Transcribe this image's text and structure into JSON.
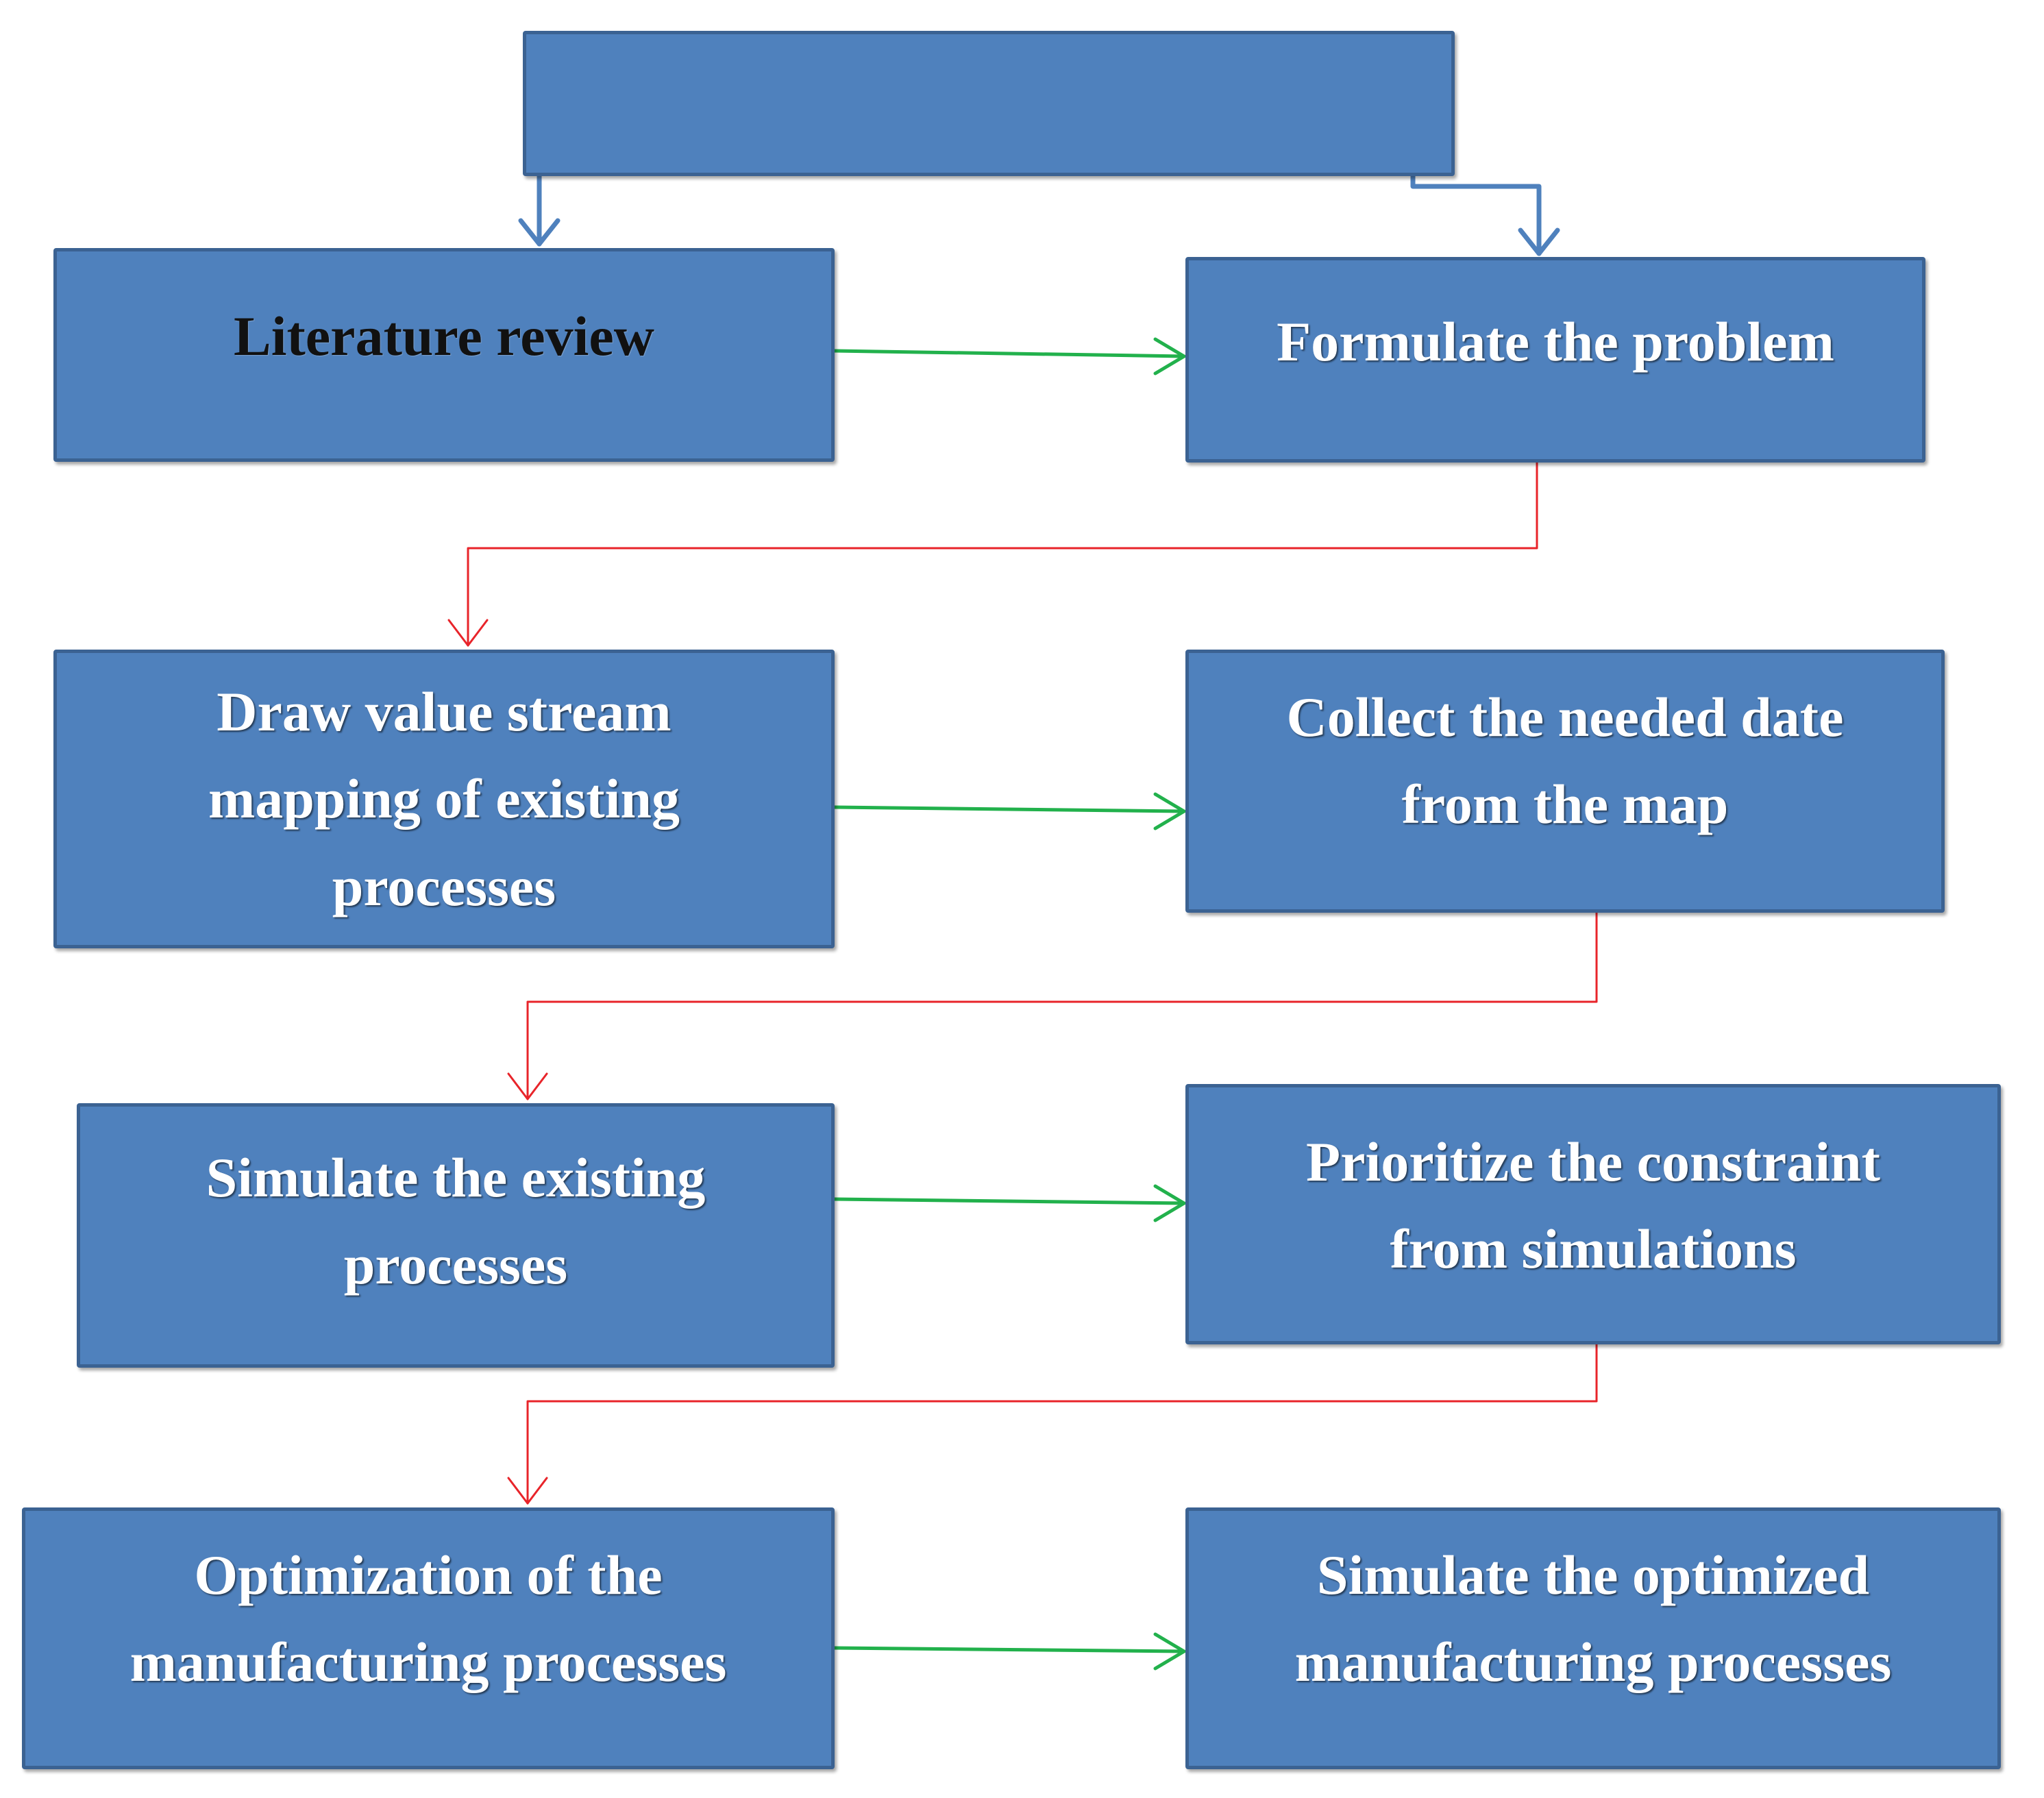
{
  "boxes": {
    "top": "",
    "literature_review": "Literature review",
    "formulate_problem": "Formulate the problem",
    "draw_vsm": "Draw value stream\nmapping    of existing\nprocesses",
    "collect_data": "Collect the needed date\nfrom the map",
    "simulate_existing": "Simulate the existing\nprocesses",
    "prioritize_constraint": "Prioritize the constraint\nfrom simulations",
    "optimization": "Optimization of the\nmanufacturing processes",
    "simulate_optimized": "Simulate the optimized\nmanufacturing processes"
  },
  "colors": {
    "box_fill": "#4f81bd",
    "box_border": "#3b6292",
    "arrow_blue": "#4f81bd",
    "arrow_green": "#22b14c",
    "arrow_red": "#e8242a"
  }
}
